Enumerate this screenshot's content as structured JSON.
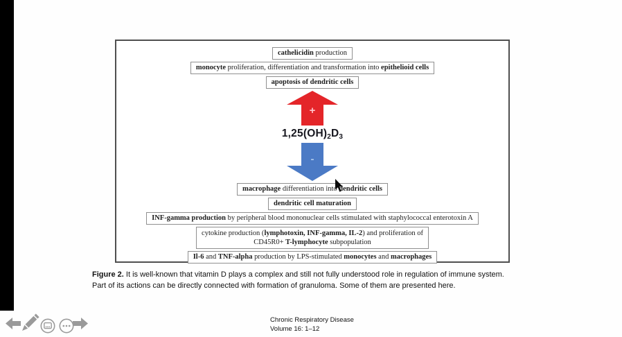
{
  "figure": {
    "boxes": [
      {
        "segments": [
          {
            "t": "cathelicidin",
            "b": 1
          },
          {
            "t": " production",
            "b": 0
          }
        ]
      },
      {
        "segments": [
          {
            "t": "monocyte",
            "b": 1
          },
          {
            "t": " proliferation, differentiation and transformation into ",
            "b": 0
          },
          {
            "t": "epithelioid cells",
            "b": 1
          }
        ]
      },
      {
        "segments": [
          {
            "t": "apoptosis of dendritic cells",
            "b": 1
          }
        ]
      },
      {
        "segments": [
          {
            "t": "macrophage",
            "b": 1
          },
          {
            "t": " differentiation into ",
            "b": 0
          },
          {
            "t": "dendritic cells",
            "b": 1
          }
        ]
      },
      {
        "segments": [
          {
            "t": "dendritic cell maturation",
            "b": 1
          }
        ]
      },
      {
        "segments": [
          {
            "t": "INF-gamma production",
            "b": 1
          },
          {
            "t": " by peripheral blood mononuclear cells stimulated with staphylococcal enterotoxin A",
            "b": 0
          }
        ]
      },
      {
        "line1": [
          {
            "t": "cytokine production (",
            "b": 0
          },
          {
            "t": "lymphotoxin, INF-gamma, IL-2",
            "b": 1
          },
          {
            "t": ") and proliferation of",
            "b": 0
          }
        ],
        "line2": [
          {
            "t": "CD45R0+ ",
            "b": 0
          },
          {
            "t": "T-lymphocyte",
            "b": 1
          },
          {
            "t": " subpopulation",
            "b": 0
          }
        ]
      },
      {
        "segments": [
          {
            "t": "Il-6",
            "b": 1
          },
          {
            "t": " and ",
            "b": 0
          },
          {
            "t": "TNF-alpha",
            "b": 1
          },
          {
            "t": " production by LPS-stimulated ",
            "b": 0
          },
          {
            "t": "monocytes",
            "b": 1
          },
          {
            "t": " and ",
            "b": 0
          },
          {
            "t": "macrophages",
            "b": 1
          }
        ]
      }
    ],
    "vitamin_label": {
      "pre": "1,25(OH)",
      "sub1": "2",
      "mid": "D",
      "sub2": "3"
    },
    "up_arrow_sign": "+",
    "down_arrow_sign": "-",
    "colors": {
      "up_arrow": "#e42529",
      "down_arrow": "#4b7ac5",
      "plus_sign": "#ffc6cc",
      "minus_sign": "#a9c6ea"
    }
  },
  "caption": {
    "label": "Figure 2.",
    "line1_rest": " It is well-known that vitamin D plays a complex and still not fully understood role in regulation of immune system.",
    "line2": "Part of its actions can be directly connected with formation of granuloma. Some of them are presented here."
  },
  "footer": {
    "journal": "Chronic Respiratory Disease",
    "volume": "Volume 16: 1–12"
  },
  "toolbar": {
    "icons": [
      "previous-slide-arrow",
      "annotation-pen",
      "see-all-slides",
      "more-options",
      "next-slide-arrow"
    ],
    "icon_color": "#9a9a9a"
  }
}
